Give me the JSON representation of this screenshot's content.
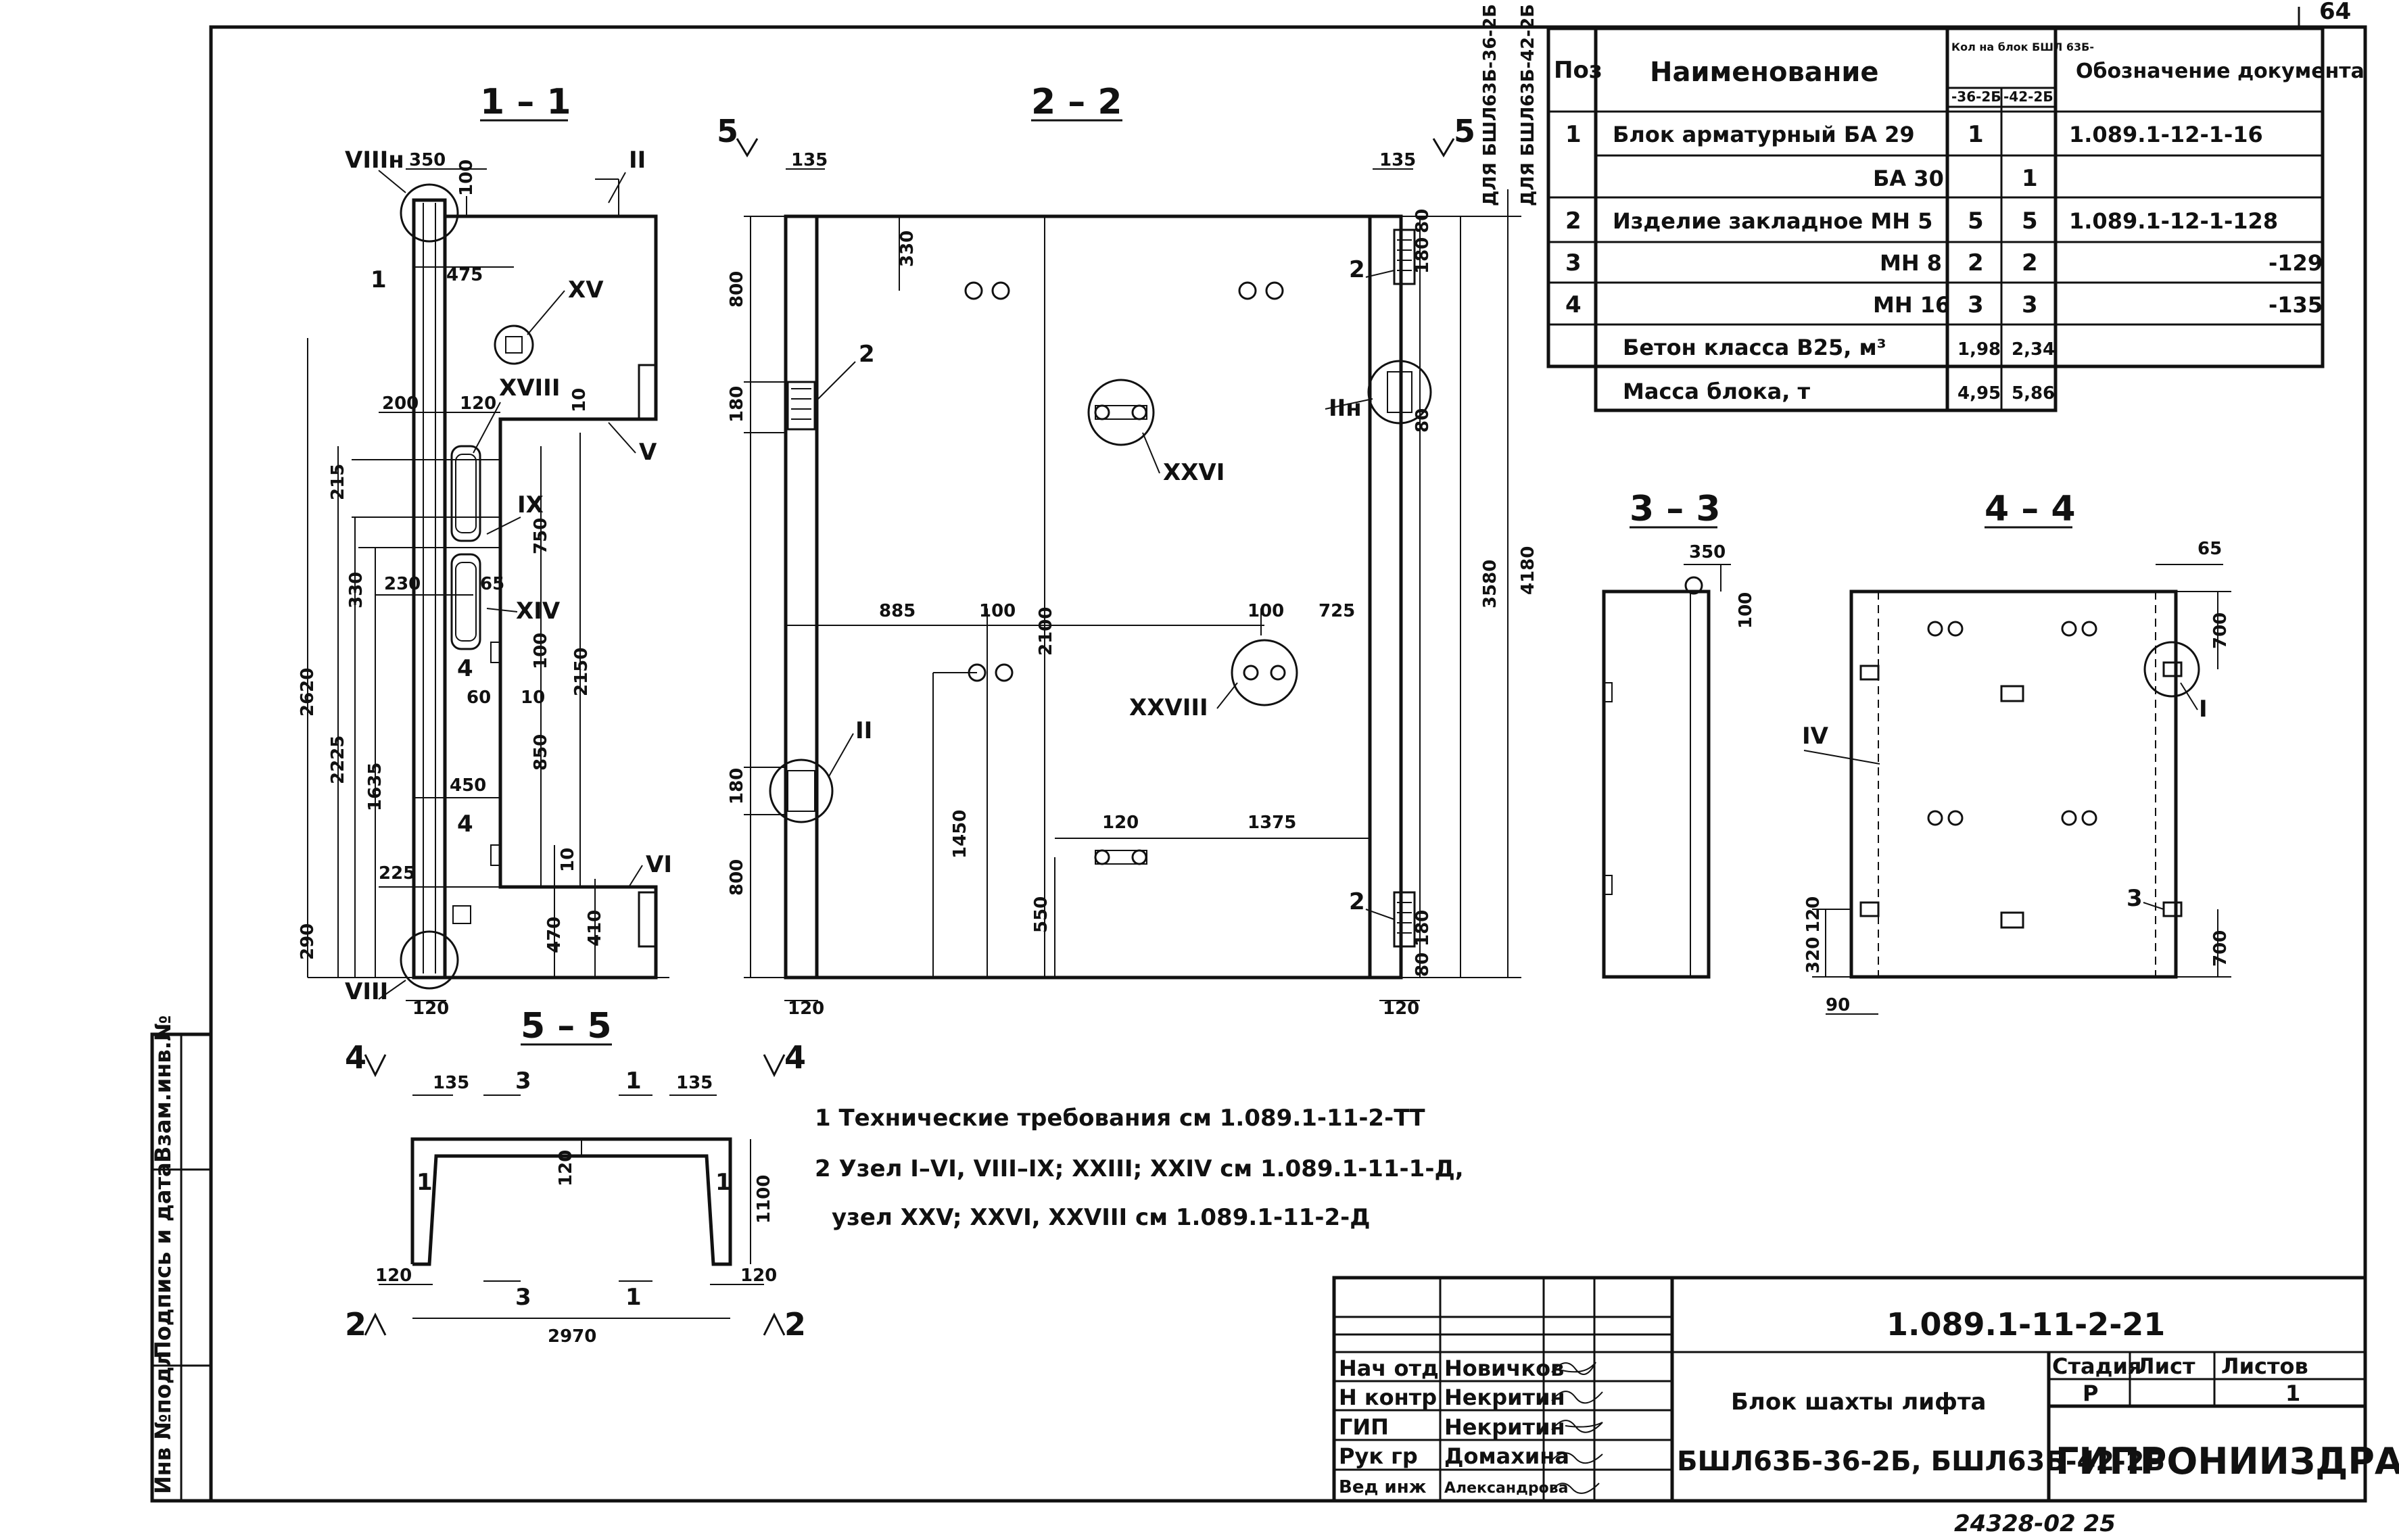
{
  "page_number": "64",
  "sections": {
    "s11": "1 – 1",
    "s22": "2 – 2",
    "s33": "3 – 3",
    "s44": "4 – 4",
    "s55": "5 – 5"
  },
  "cut_marks": {
    "five": "5",
    "four": "4",
    "two": "2"
  },
  "side_labels": {
    "a": "ДЛЯ БШЛ63Б-36-2Б",
    "b": "ДЛЯ БШЛ63Б-42-2Б"
  },
  "left_margin": {
    "inv": "Инв №подл",
    "sign": "Подпись и дата",
    "vzam": "Взам.инв.№"
  },
  "spec": {
    "headers": {
      "pos": "Поз",
      "name": "Наименование",
      "qty": "Кол на блок БШЛ 63Б-",
      "qty_a": "-36-2Б",
      "qty_b": "-42-2Б",
      "doc": "Обозначение документа"
    },
    "rows": [
      {
        "pos": "1",
        "name": "Блок арматурный БА 29",
        "a": "1",
        "b": "",
        "doc": "1.089.1-12-1-16"
      },
      {
        "pos": "",
        "name": "БА 30",
        "a": "",
        "b": "1",
        "doc": ""
      },
      {
        "pos": "2",
        "name": "Изделие закладное МН 5",
        "a": "5",
        "b": "5",
        "doc": "1.089.1-12-1-128"
      },
      {
        "pos": "3",
        "name": "МН 8",
        "a": "2",
        "b": "2",
        "doc": "-129"
      },
      {
        "pos": "4",
        "name": "МН 16",
        "a": "3",
        "b": "3",
        "doc": "-135"
      },
      {
        "pos": "",
        "name": "Бетон класса B25, м³",
        "a": "1,98",
        "b": "2,34",
        "doc": ""
      },
      {
        "pos": "",
        "name": "Масса блока, т",
        "a": "4,95",
        "b": "5,86",
        "doc": ""
      }
    ]
  },
  "notes": [
    "1 Технические требования см 1.089.1-11-2-ТТ",
    "2 Узел I–VI, VIII–IX; XXIII; XXIV см 1.089.1-11-1-Д,",
    "узел XXV; XXVI, XXVIII см 1.089.1-11-2-Д"
  ],
  "dims": {
    "s11": [
      "350",
      "100",
      "475",
      "200",
      "120",
      "10",
      "215",
      "230",
      "65",
      "750",
      "330",
      "100",
      "60",
      "10",
      "2150",
      "2620",
      "2225",
      "1635",
      "450",
      "850",
      "225",
      "10",
      "470",
      "410",
      "290",
      "120",
      "II",
      "XV",
      "XVIII",
      "IX",
      "XIV",
      "4",
      "1",
      "VIIIн",
      "VIII",
      "V",
      "VI",
      "4"
    ],
    "s22": [
      "135",
      "135",
      "330",
      "800",
      "180",
      "80",
      "180",
      "80",
      "2",
      "2",
      "IIн",
      "XXVI",
      "885",
      "100",
      "2100",
      "100",
      "725",
      "XXVIII",
      "3580",
      "4180",
      "1450",
      "II",
      "120",
      "1375",
      "180",
      "800",
      "550",
      "2",
      "80",
      "180",
      "120",
      "120"
    ],
    "s33": [
      "350",
      "100"
    ],
    "s44": [
      "65",
      "700",
      "IV",
      "I",
      "3",
      "120",
      "320",
      "90",
      "700"
    ],
    "s55": [
      "135",
      "3",
      "1",
      "135",
      "120",
      "1100",
      "1",
      "1",
      "120",
      "3",
      "1",
      "120",
      "2970"
    ]
  },
  "title_block": {
    "code": "1.089.1-11-2-21",
    "roles": [
      "Нач отд",
      "Н контр",
      "ГИП",
      "Рук гр",
      "Вед инж"
    ],
    "names": [
      "Новичков",
      "Некритин",
      "Некритин",
      "Домахина",
      "Александрова"
    ],
    "title": "Блок шахты лифта",
    "mark": "БШЛ63Б-36-2Б, БШЛ63Б-42-2Б",
    "stage_h": "Стадия",
    "sheet_h": "Лист",
    "sheets_h": "Листов",
    "stage": "Р",
    "sheet": "",
    "sheets": "1",
    "org": "ГИПРОНИИЗДРАВ"
  },
  "bottom_code": "24328-02   25"
}
